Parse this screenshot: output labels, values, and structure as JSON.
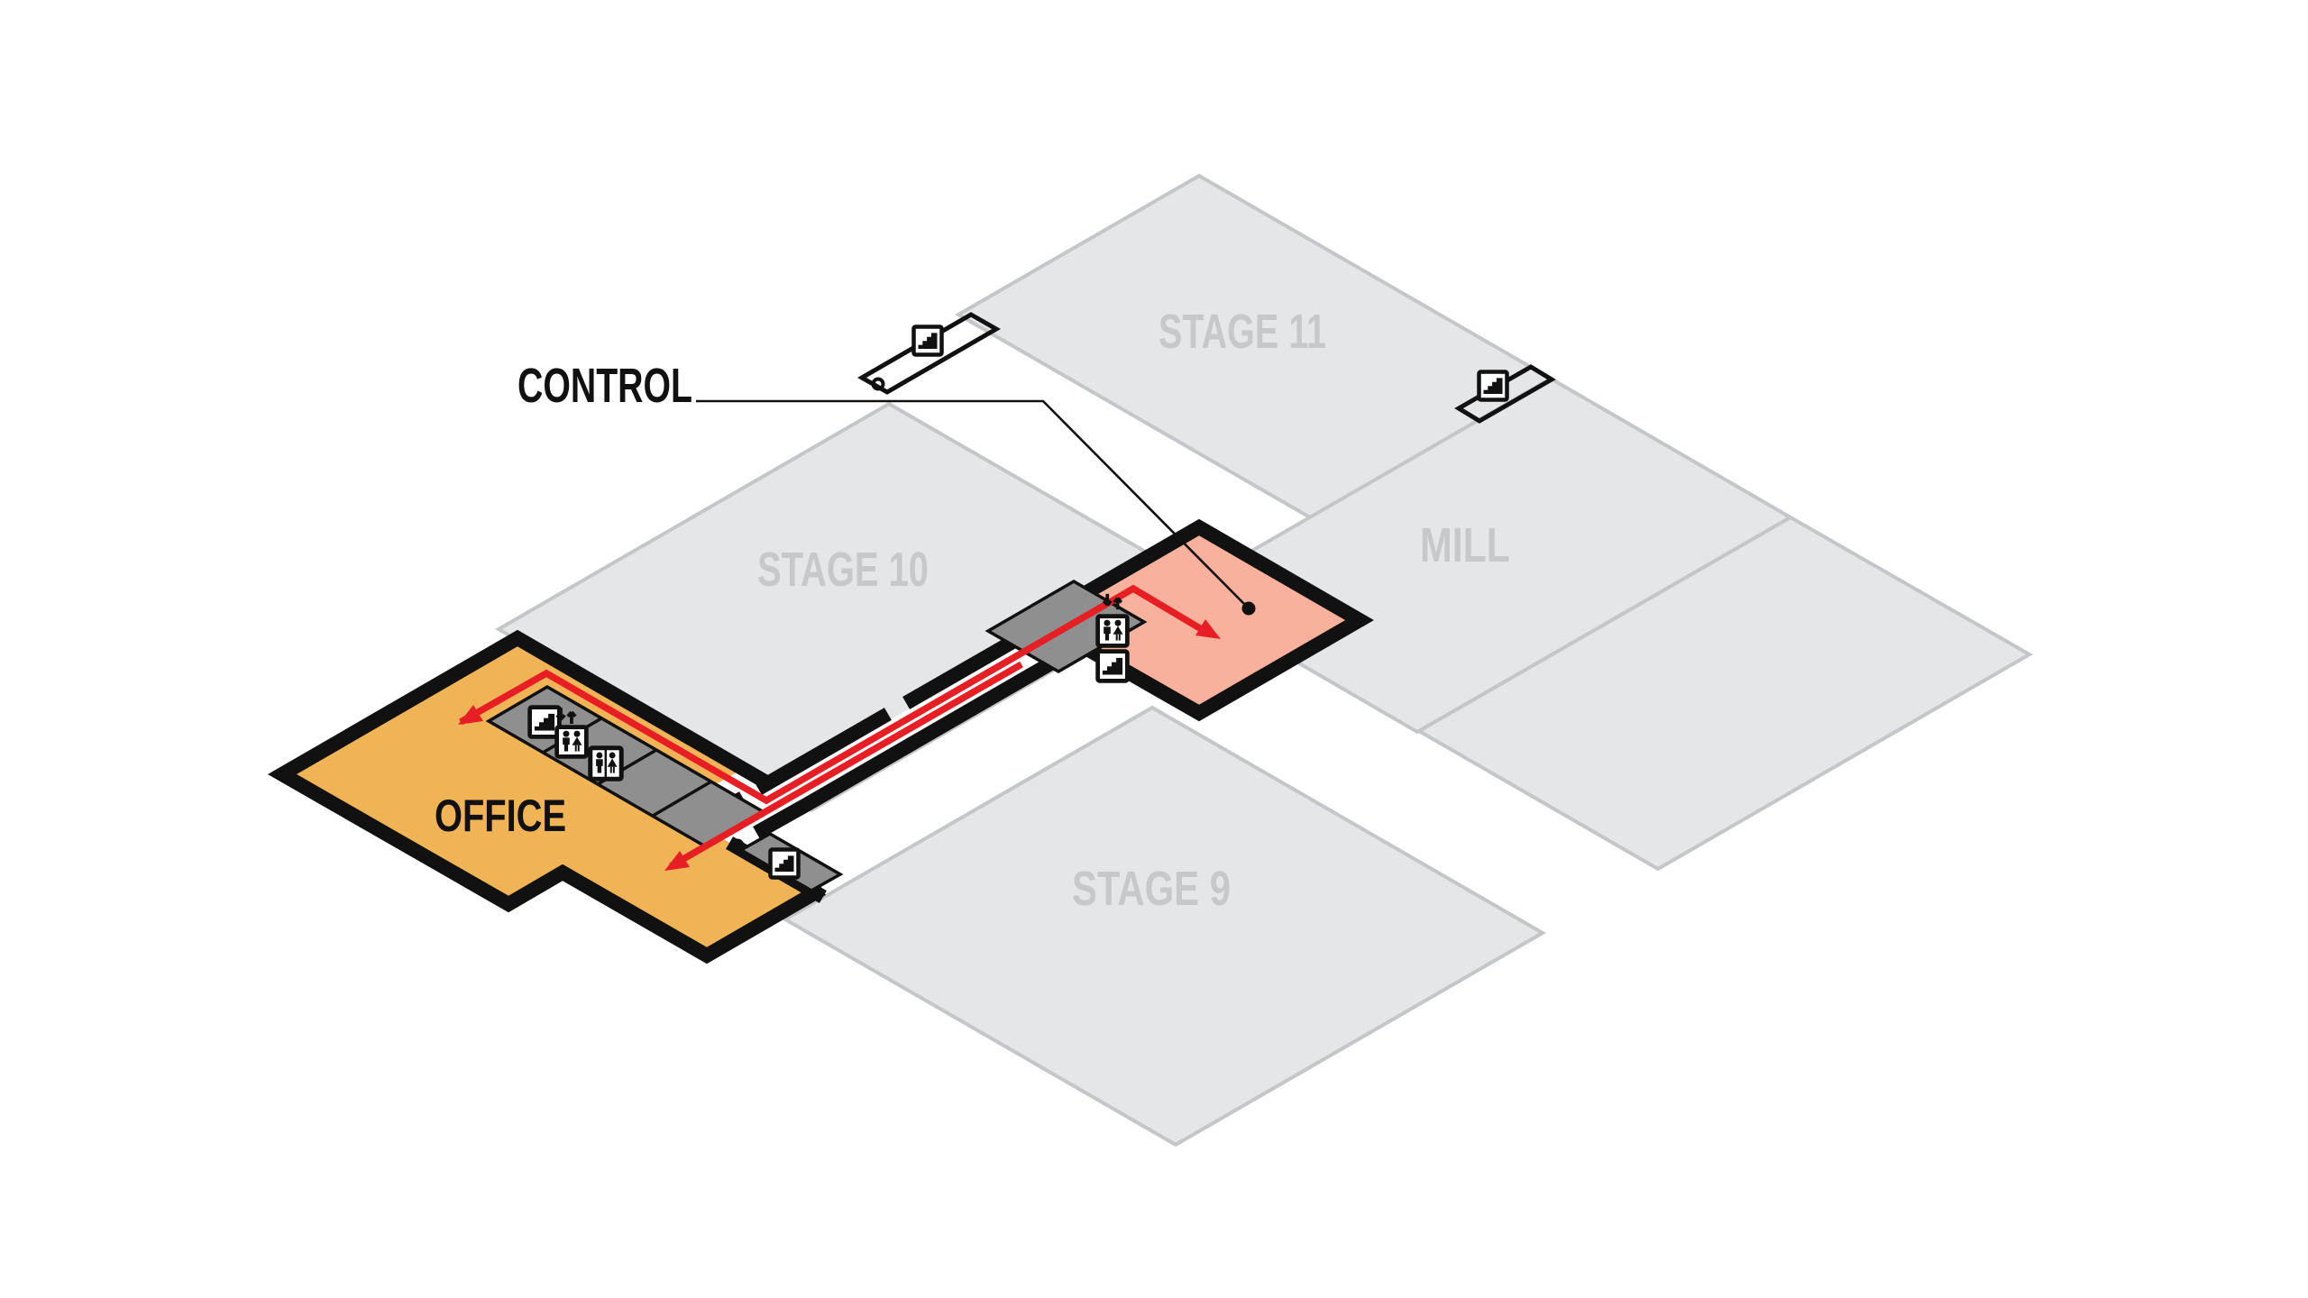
{
  "callout": {
    "label": "CONTROL"
  },
  "areas": {
    "stage11": {
      "label": "STAGE 11"
    },
    "stage10": {
      "label": "STAGE 10"
    },
    "mill": {
      "label": "MILL"
    },
    "stage9": {
      "label": "STAGE 9"
    },
    "annex": {
      "label": ""
    },
    "office": {
      "label": "OFFICE"
    },
    "control": {
      "label": "CONTROL"
    }
  },
  "colors": {
    "background": "#ffffff",
    "stage_fill": "#e5e6e8",
    "stage_border": "#c4c6c9",
    "stage_label": "#c6c8ca",
    "office_fill": "#f0b356",
    "control_fill": "#f8b19d",
    "route_red": "#e81e25",
    "alcove_gray": "#8f8f8f",
    "ink": "#111111"
  },
  "markers": [
    {
      "icon": "stairs",
      "location": "stage11-west-ramp"
    },
    {
      "icon": "stairs",
      "location": "stage11-mill-east-ramp"
    },
    {
      "icon": "stairs",
      "location": "office-core"
    },
    {
      "icon": "elevator",
      "location": "office-core"
    },
    {
      "icon": "elevator-arrows",
      "location": "office-core"
    },
    {
      "icon": "restroom",
      "location": "office-core"
    },
    {
      "icon": "stairs",
      "location": "office-south-exit"
    },
    {
      "icon": "elevator-arrows",
      "location": "control-entry"
    },
    {
      "icon": "elevator",
      "location": "control-entry"
    },
    {
      "icon": "stairs",
      "location": "control-entry"
    }
  ],
  "routes": [
    {
      "name": "corridor-route-to-control",
      "color": "#e81e25"
    },
    {
      "name": "corridor-route-to-office-north",
      "color": "#e81e25"
    },
    {
      "name": "corridor-route-to-office-south",
      "color": "#e81e25"
    }
  ]
}
